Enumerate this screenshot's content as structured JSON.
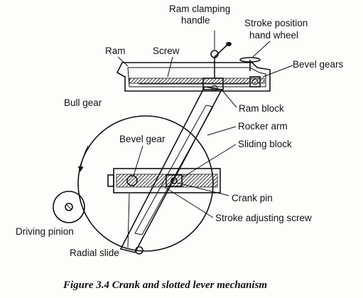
{
  "labels": {
    "ram_clamping_handle": "Ram clamping",
    "ram_clamping_handle_2": "handle",
    "stroke_position": "Stroke position",
    "stroke_position_2": "hand wheel",
    "ram": "Ram",
    "screw": "Screw",
    "bevel_gears": "Bevel gears",
    "bull_gear": "Bull gear",
    "ram_block": "Ram block",
    "rocker_arm": "Rocker arm",
    "bevel_gear": "Bevel gear",
    "sliding_block": "Sliding block",
    "crank_pin": "Crank pin",
    "stroke_adjusting_screw": "Stroke adjusting screw",
    "driving_pinion": "Driving pinion",
    "radial_slide": "Radial slide"
  },
  "caption": "Figure 3.4 Crank and slotted lever mechanism"
}
